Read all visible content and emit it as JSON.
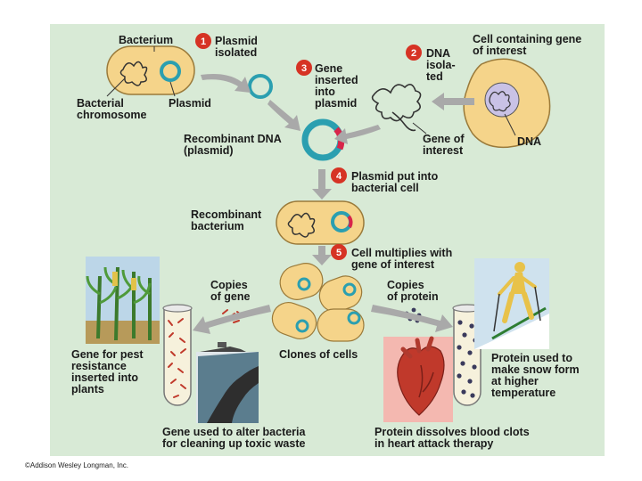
{
  "labels": {
    "bacterium": "Bacterium",
    "bacterial_chromosome": "Bacterial\nchromosome",
    "plasmid": "Plasmid",
    "step1": "Plasmid\nisolated",
    "step2": "DNA\nisola-\nted",
    "cell_gene": "Cell containing gene\nof interest",
    "dna": "DNA",
    "step3": "Gene\ninserted\ninto\nplasmid",
    "recombinant_dna": "Recombinant DNA\n(plasmid)",
    "gene_of_interest": "Gene of\ninterest",
    "step4": "Plasmid put into\nbacterial cell",
    "recombinant_bacterium": "Recombinant\nbacterium",
    "step5": "Cell multiplies with\ngene of interest",
    "copies_gene": "Copies\nof gene",
    "copies_protein": "Copies\nof protein",
    "clones": "Clones of cells",
    "pest": "Gene for pest\nresistance\ninserted into\nplants",
    "toxic": "Gene used to alter bacteria\nfor cleaning up toxic waste",
    "blood": "Protein dissolves blood clots\nin heart attack therapy",
    "snow": "Protein used to\nmake snow form\nat higher\ntemperature"
  },
  "steps": [
    "1",
    "2",
    "3",
    "4",
    "5"
  ],
  "copyright": "©Addison Wesley Longman, Inc.",
  "colors": {
    "panel": "#d8ead6",
    "cell": "#f5d48a",
    "cell_border": "#9a7a3a",
    "plasmid": "#2b9fb0",
    "gene_red": "#d8244a",
    "arrow": "#a9a9a9",
    "badge": "#d63324"
  }
}
